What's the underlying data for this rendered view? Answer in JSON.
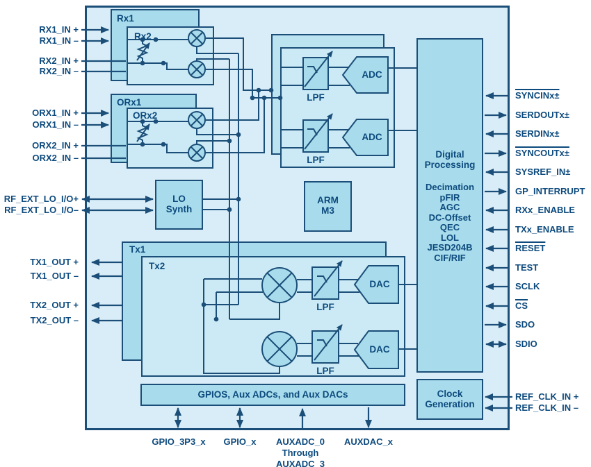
{
  "blocks": {
    "rx1": "Rx1",
    "rx2": "Rx2",
    "orx1": "ORx1",
    "orx2": "ORx2",
    "tx1": "Tx1",
    "tx2": "Tx2",
    "lo_synth": "LO\nSynth",
    "arm": "ARM\nM3",
    "digital_processing_title": "Digital\nProcessing",
    "dp_features": [
      "Decimation",
      "pFIR",
      "AGC",
      "DC-Offset",
      "QEC",
      "LOL",
      "JESD204B",
      "CIF/RIF"
    ],
    "clock_generation": "Clock\nGeneration",
    "gpios_bar": "GPIOS, Aux ADCs, and Aux DACs",
    "lpf": "LPF",
    "adc": "ADC",
    "dac": "DAC"
  },
  "pins": {
    "left": [
      "RX1_IN +",
      "RX1_IN –",
      "RX2_IN +",
      "RX2_IN –",
      "ORX1_IN +",
      "ORX1_IN –",
      "ORX2_IN +",
      "ORX2_IN –",
      "RF_EXT_LO_I/O+",
      "RF_EXT_LO_I/O–",
      "TX1_OUT +",
      "TX1_OUT –",
      "TX2_OUT +",
      "TX2_OUT –"
    ],
    "right": [
      "SYNCINx±",
      "SERDOUTx±",
      "SERDINx±",
      "SYNCOUTx±",
      "SYSREF_IN±",
      "GP_INTERRUPT",
      "RXx_ENABLE",
      "TXx_ENABLE",
      "RESET",
      "TEST",
      "SCLK",
      "CS",
      "SDO",
      "SDIO",
      "REF_CLK_IN +",
      "REF_CLK_IN –"
    ],
    "bottom": [
      "GPIO_3P3_x",
      "GPIO_x",
      "AUXADC_0\nThrough\nAUXADC_3",
      "AUXDAC_x"
    ]
  },
  "colors": {
    "wire": "#1b4e78",
    "chip_fill": "#d8edf7",
    "block_fill": "#a8dcec",
    "inner_block_fill": "#cbeaf5",
    "text": "#0d4a7d",
    "background": "#ffffff"
  }
}
